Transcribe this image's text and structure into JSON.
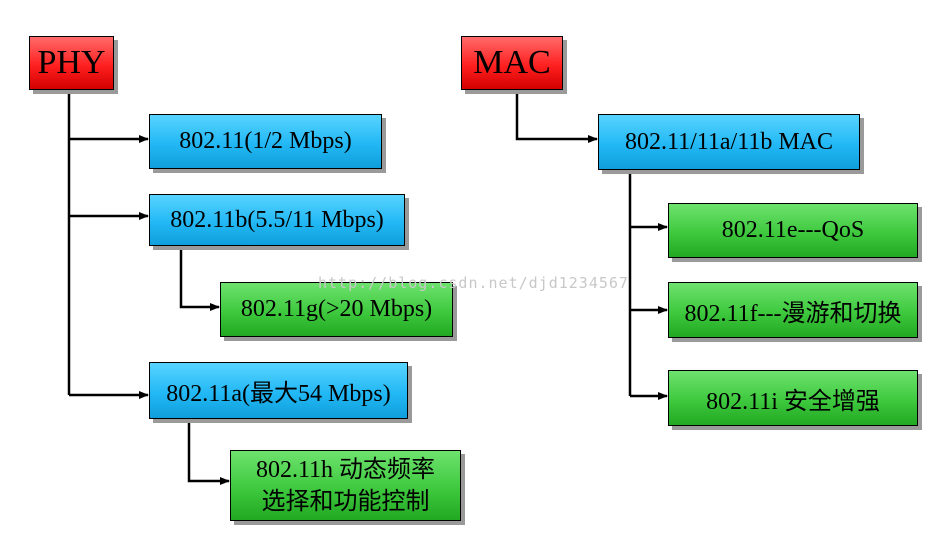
{
  "phy": {
    "root": "PHY",
    "n1": "802.11(1/2 Mbps)",
    "n2": "802.11b(5.5/11 Mbps)",
    "n3": "802.11g(>20 Mbps)",
    "n4": "802.11a(最大54 Mbps)",
    "n5_line1": "802.11h 动态频率",
    "n5_line2": "选择和功能控制"
  },
  "mac": {
    "root": "MAC",
    "n1": "802.11/11a/11b MAC",
    "n2": "802.11e---QoS",
    "n3": "802.11f---漫游和切换",
    "n4": "802.11i 安全增强"
  },
  "watermark": "http://blog.csdn.net/djd1234567",
  "colors": {
    "root": "#ff2020",
    "level1": "#22b8f5",
    "level2": "#3ec93e",
    "connector": "#000000"
  }
}
